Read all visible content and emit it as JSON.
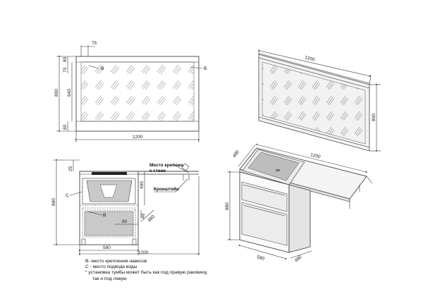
{
  "mirror_front": {
    "width": "1200",
    "height": "800",
    "top_offset": "80",
    "side_offset": "75",
    "inner_height": "640",
    "gap_70": "70",
    "bottom_offset": "80",
    "mark_b_left": "B",
    "mark_b_right": "B"
  },
  "cabinet_front": {
    "height": "880",
    "top_gap": "25",
    "width_cabinet": "580",
    "width_total": "1200",
    "dim_490": "490",
    "dim_80": "80",
    "dim_40": "40",
    "dim_480": "480",
    "mark_c": "C",
    "mark_b": "B",
    "label_mount": "Место крепежа",
    "label_mount2": "к стене",
    "label_bracket": "Кронштейн"
  },
  "mirror_iso": {
    "width": "1200",
    "height": "800"
  },
  "cabinet_iso": {
    "depth_top": "480",
    "width_top": "1200",
    "height": "880",
    "width_bottom": "580",
    "depth_bottom": "480"
  },
  "notes": {
    "line1": "В- место крепления навесов",
    "line2": "С - место подвода воды",
    "line3": "* установка тумбы может быть как под правую раковину,",
    "line4": "так и под левую"
  }
}
